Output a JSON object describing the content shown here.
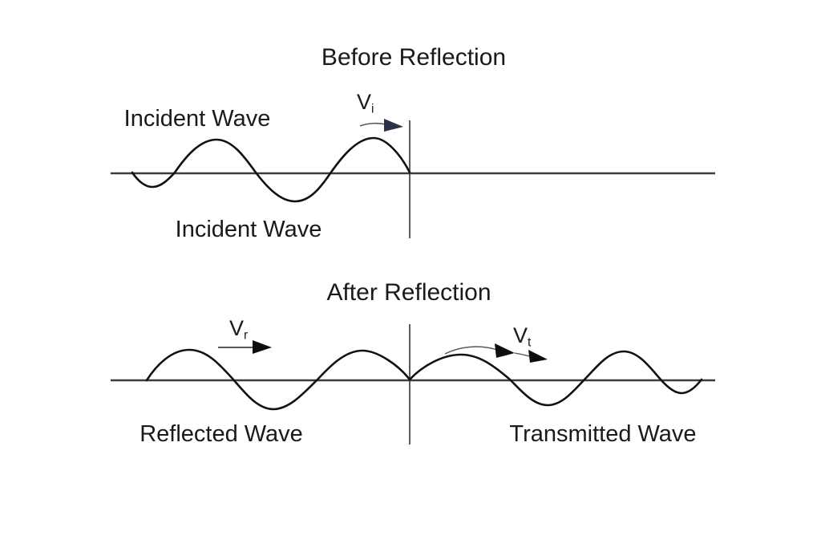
{
  "diagram": {
    "section_top": {
      "title": "Before Reflection",
      "label_above_wave": "Incident Wave",
      "label_below_wave": "Incident Wave",
      "velocity": {
        "base": "V",
        "sub": "i"
      }
    },
    "section_bottom": {
      "title": "After Reflection",
      "label_left_wave": "Reflected Wave",
      "label_right_wave": "Transmitted Wave",
      "velocity_left": {
        "base": "V",
        "sub": "r"
      },
      "velocity_right": {
        "base": "V",
        "sub": "t"
      }
    },
    "colors": {
      "text": "#1a1a1a",
      "axis_line": "#3d3d3d",
      "boundary_line": "#4a4a4a",
      "wave_stroke": "#111111",
      "incident_arrowhead": "#2b3246",
      "black_arrowhead": "#0d0d0d",
      "arrow_shaft": "#55595f"
    }
  }
}
